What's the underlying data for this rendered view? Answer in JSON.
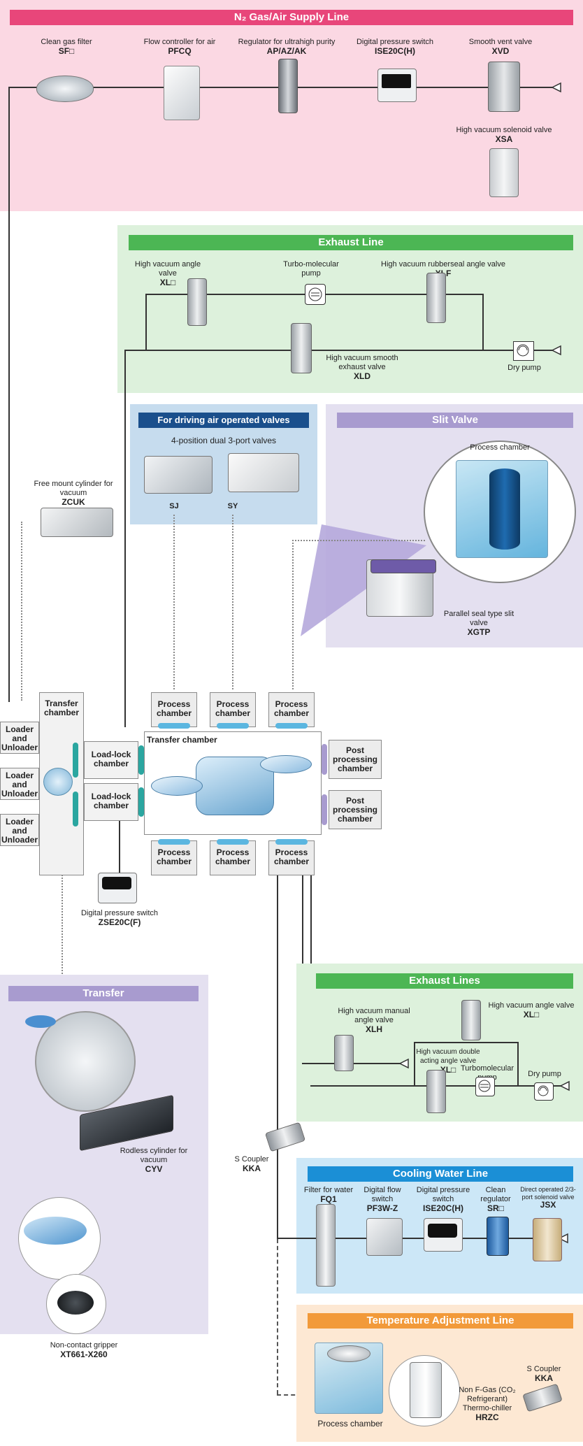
{
  "n2_line": {
    "title": "N₂ Gas/Air Supply Line",
    "devices": [
      {
        "name": "Clean gas filter",
        "code": "SF□"
      },
      {
        "name": "Flow controller for air",
        "code": "PFCQ"
      },
      {
        "name": "Regulator for ultrahigh purity",
        "code": "AP/AZ/AK"
      },
      {
        "name": "Digital pressure switch",
        "code": "ISE20C(H)"
      },
      {
        "name": "Smooth vent valve",
        "code": "XVD"
      },
      {
        "name": "High vacuum solenoid valve",
        "code": "XSA"
      }
    ]
  },
  "exhaust_line": {
    "title": "Exhaust Line",
    "devices": [
      {
        "name": "High vacuum angle valve",
        "code": "XL□"
      },
      {
        "name": "Turbo-molecular pump",
        "code": ""
      },
      {
        "name": "High vacuum rubberseal angle valve",
        "code": "XLF"
      },
      {
        "name": "High vacuum smooth exhaust valve",
        "code": "XLD"
      },
      {
        "name": "Dry pump",
        "code": ""
      }
    ]
  },
  "driving": {
    "title": "For driving air operated valves",
    "subtitle": "4-position dual 3-port valves",
    "valves": [
      "SJ",
      "SY"
    ]
  },
  "slit": {
    "title": "Slit Valve",
    "chamber_label": "Process chamber",
    "name": "Parallel seal type slit valve",
    "code": "XGTP"
  },
  "zcuk": {
    "name": "Free mount cylinder for vacuum",
    "code": "ZCUK"
  },
  "center": {
    "transfer_chamber_left": "Transfer chamber",
    "loaders": [
      "Loader and Unloader",
      "Loader and Unloader",
      "Loader and Unloader"
    ],
    "loadlocks": [
      "Load-lock chamber",
      "Load-lock chamber"
    ],
    "transfer_chamber_main": "Transfer chamber",
    "process_top": [
      "Process chamber",
      "Process chamber",
      "Process chamber"
    ],
    "process_bottom": [
      "Process chamber",
      "Process chamber",
      "Process chamber"
    ],
    "post": [
      "Post processing chamber",
      "Post processing chamber"
    ],
    "zse": {
      "name": "Digital pressure switch",
      "code": "ZSE20C(F)"
    }
  },
  "transfer": {
    "title": "Transfer",
    "rodless": {
      "name": "Rodless cylinder for vacuum",
      "code": "CYV"
    },
    "gripper": {
      "name": "Non-contact gripper",
      "code": "XT661-X260"
    }
  },
  "exhaust_lines": {
    "title": "Exhaust Lines",
    "devices": [
      {
        "name": "High vacuum manual angle valve",
        "code": "XLH"
      },
      {
        "name": "High vacuum angle valve",
        "code": "XL□"
      },
      {
        "name": "High vacuum double acting angle valve",
        "code": "XL□"
      },
      {
        "name": "Turbomolecular pump",
        "code": ""
      },
      {
        "name": "Dry pump",
        "code": ""
      }
    ]
  },
  "s_coupler": {
    "name": "S Coupler",
    "code": "KKA"
  },
  "cooling": {
    "title": "Cooling Water Line",
    "devices": [
      {
        "name": "Filter for water",
        "code": "FQ1"
      },
      {
        "name": "Digital flow switch",
        "code": "PF3W-Z"
      },
      {
        "name": "Digital pressure switch",
        "code": "ISE20C(H)"
      },
      {
        "name": "Clean regulator",
        "code": "SR□"
      },
      {
        "name": "Direct operated 2/3-port solenoid valve",
        "code": "JSX"
      }
    ]
  },
  "temp": {
    "title": "Temperature Adjustment Line",
    "chamber_label": "Process chamber",
    "chiller": {
      "name": "Non F-Gas (CO₂ Refrigerant) Thermo-chiller",
      "code": "HRZC"
    },
    "coupler": {
      "name": "S Coupler",
      "code": "KKA"
    }
  },
  "colors": {
    "n2_band": "#e8467a",
    "n2_bg": "#fbd8e3",
    "exhaust_band": "#4cb654",
    "exhaust_bg": "#ddf1dc",
    "driving_band": "#1a4f8c",
    "driving_bg": "#c6dcee",
    "slit_band": "#a89bcf",
    "slit_bg": "#e4e0f0",
    "cooling_band": "#1b8fd6",
    "cooling_bg": "#cce7f7",
    "temp_band": "#f29a3a",
    "temp_bg": "#fde8d3"
  }
}
